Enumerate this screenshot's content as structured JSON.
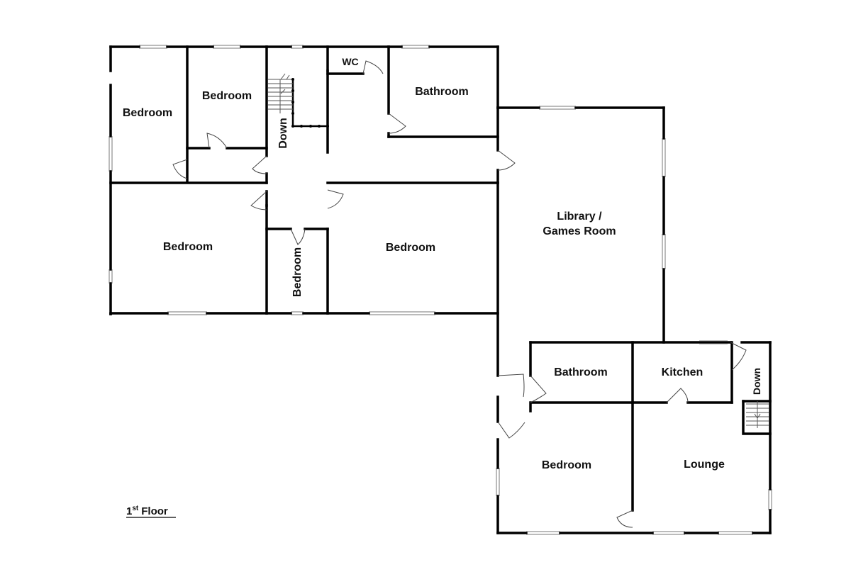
{
  "rooms": [
    {
      "id": "bedroom-nw-1",
      "label": "Bedroom"
    },
    {
      "id": "bedroom-nw-2",
      "label": "Bedroom"
    },
    {
      "id": "stairs-down-1",
      "label": "Down"
    },
    {
      "id": "wc",
      "label": "WC"
    },
    {
      "id": "bathroom-north",
      "label": "Bathroom"
    },
    {
      "id": "bedroom-west-large",
      "label": "Bedroom"
    },
    {
      "id": "bedroom-narrow",
      "label": "Bedroom"
    },
    {
      "id": "bedroom-center",
      "label": "Bedroom"
    },
    {
      "id": "library-line1",
      "label": "Library /"
    },
    {
      "id": "library-line2",
      "label": "Games Room"
    },
    {
      "id": "bathroom-south",
      "label": "Bathroom"
    },
    {
      "id": "kitchen",
      "label": "Kitchen"
    },
    {
      "id": "stairs-down-2",
      "label": "Down"
    },
    {
      "id": "bedroom-south",
      "label": "Bedroom"
    },
    {
      "id": "lounge",
      "label": "Lounge"
    }
  ],
  "floor": {
    "number": "1",
    "suffix": "st",
    "name": "Floor"
  }
}
